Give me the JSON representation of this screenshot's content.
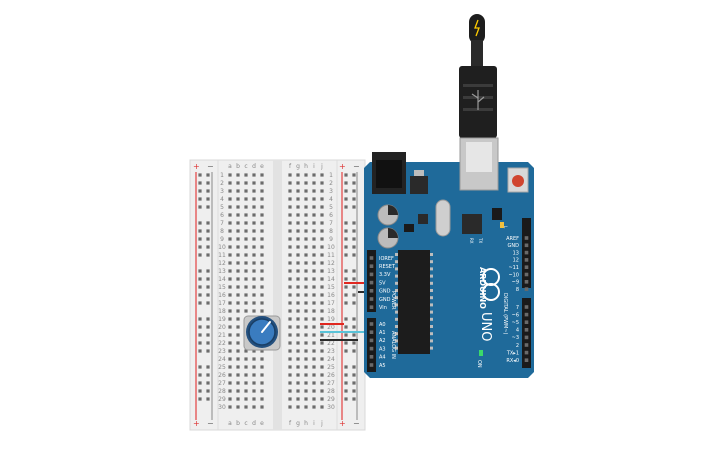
{
  "breadboard": {
    "columns_left": [
      "a",
      "b",
      "c",
      "d",
      "e"
    ],
    "columns_right": [
      "f",
      "g",
      "h",
      "i",
      "j"
    ],
    "row_count": 30,
    "rail_plus": "+",
    "rail_minus": "−"
  },
  "arduino": {
    "brand": "ARDUINO",
    "model": "UNO",
    "power_header_labels": [
      "IOREF",
      "RESET",
      "3.3V",
      "5V",
      "GND",
      "GND",
      "Vin"
    ],
    "power_section_label": "POWER",
    "analog_header_labels": [
      "A0",
      "A1",
      "A2",
      "A3",
      "A4",
      "A5"
    ],
    "analog_section_label": "ANALOG IN",
    "digital_top_labels": [
      "AREF",
      "GND",
      "13",
      "12",
      "~11",
      "~10",
      "~9",
      "8"
    ],
    "digital_bottom_labels": [
      "7",
      "~6",
      "~5",
      "4",
      "~3",
      "2",
      "TX▸1",
      "RX◂0"
    ],
    "digital_section_label": "DIGITAL (PWM~)",
    "tx_label": "TX",
    "rx_label": "RX",
    "l_label": "L",
    "on_label": "ON"
  },
  "colors": {
    "board_blue": "#1f6a9a",
    "board_blue_dark": "#17557d",
    "wire_red": "#e0271f",
    "wire_black": "#2a2a2a",
    "wire_cyan": "#5ac3d8",
    "knob_blue": "#2e67a8",
    "breadboard": "#efefef"
  }
}
